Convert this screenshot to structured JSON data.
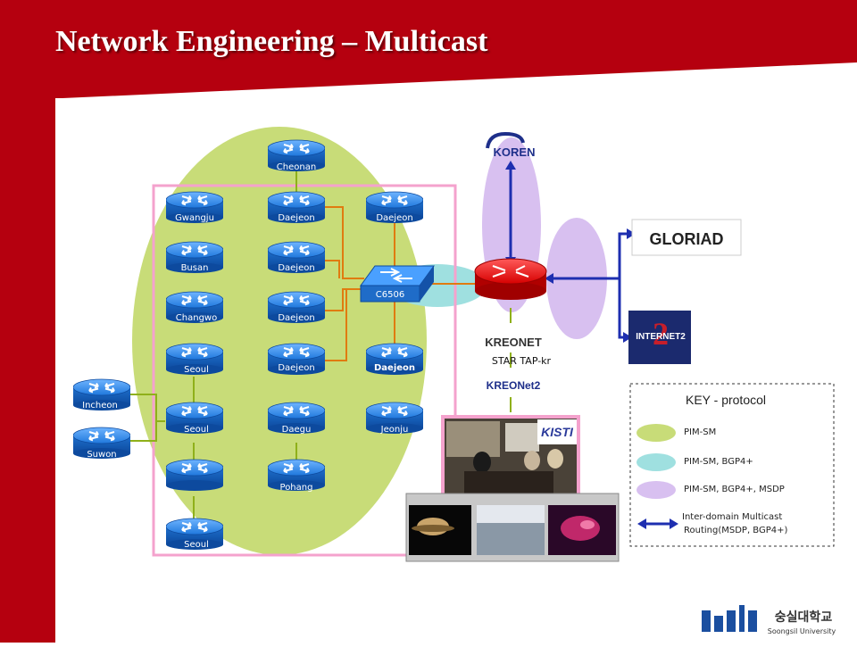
{
  "title": "Network Engineering – Multicast",
  "routers": {
    "cheonan": "Cheonan",
    "gwangju": "Gwangju",
    "daejeon1": "Daejeon",
    "daejeon2": "Daejeon",
    "busan": "Busan",
    "daejeon3": "Daejeon",
    "changwon": "Changwo",
    "daejeon4": "Daejeon",
    "seoul1": "Seoul",
    "daejeon5": "Daejeon",
    "daejeon6": "Daejeon",
    "incheon": "Incheon",
    "seoul2": "Seoul",
    "daegu": "Daegu",
    "jeonju": "Jeonju",
    "suwon": "Suwon",
    "pohang": "Pohang",
    "seoul3": "Seoul"
  },
  "switch_label": "C6506",
  "logos": {
    "koren": "KOREN",
    "gloriad": "GLORIAD",
    "internet2": "INTERNET2",
    "kreonet": "KREONET",
    "kreonet2": "KREONet2",
    "kisti": "KISTI",
    "soongsil_kr": "숭실대학교",
    "soongsil_en": "Soongsil University"
  },
  "star_tap": "STAR TAP-kr",
  "key": {
    "title": "KEY - protocol",
    "items": [
      "PIM-SM",
      "PIM-SM, BGP4+",
      "PIM-SM, BGP4+, MSDP"
    ],
    "arrow_line1": "Inter-domain Multicast",
    "arrow_line2": "Routing(MSDP, BGP4+)"
  },
  "colors": {
    "banner": "#b5000f",
    "pim_sm": "#c8dc78",
    "pim_sm_bgp": "#9fe0e0",
    "pim_sm_bgp_msdp": "#d8c0f0",
    "router_blue": "#1d7be0",
    "link_orange": "#e07b10",
    "link_green": "#8fb01a",
    "arrow_blue": "#1e2fb0",
    "pink_frame": "#f4a2cd"
  }
}
